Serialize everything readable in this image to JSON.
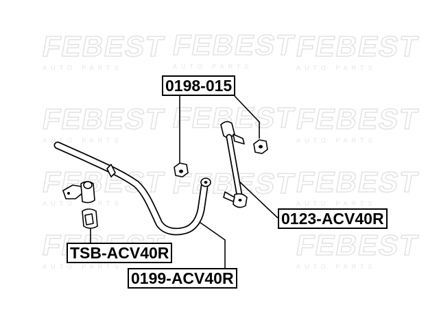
{
  "watermark": {
    "brand": "FEBEST",
    "subtitle": "AUTO PARTS"
  },
  "parts": {
    "bushing_kit": {
      "number": "0198-015"
    },
    "stabilizer_link": {
      "number": "0123-ACV40R"
    },
    "bar_bushing": {
      "number": "TSB-ACV40R"
    },
    "bar_bushing_alt": {
      "number": "0199-ACV40R"
    }
  },
  "colors": {
    "ink": "#000000",
    "watermark": "#e4e4e4",
    "background": "#ffffff"
  }
}
